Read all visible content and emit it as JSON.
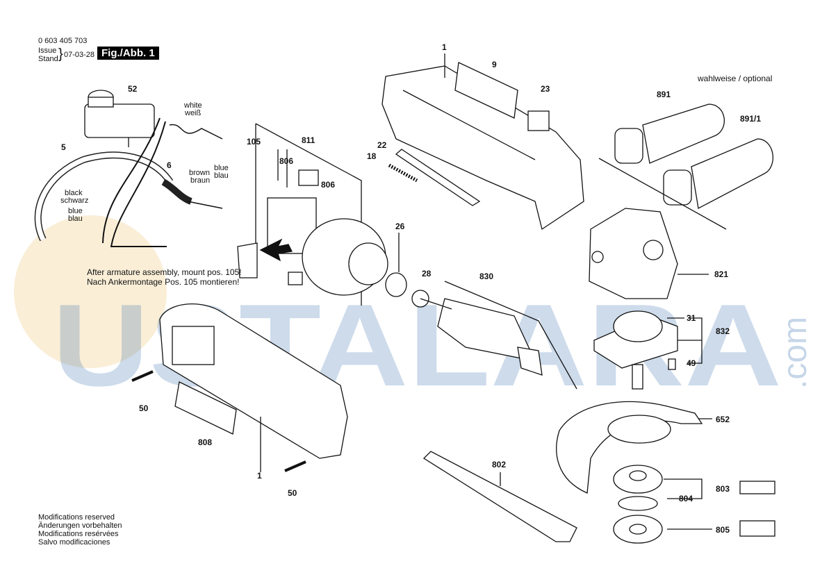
{
  "header": {
    "doc_number": "0 603 405 703",
    "issue_label_en": "Issue",
    "issue_label_de": "Stand",
    "date": "07-03-28",
    "figure": "Fig./Abb. 1"
  },
  "optional_label": "wahlweise / optional",
  "assembly_note": {
    "line_en": "After armature assembly, mount pos. 105!",
    "line_de": "Nach Ankermontage Pos. 105 montieren!"
  },
  "wire_labels": {
    "white_en": "white",
    "white_de": "weiß",
    "brown_en": "brown",
    "brown_de": "braun",
    "blue_en": "blue",
    "blue_de": "blau",
    "black_en": "black",
    "black_de": "schwarz",
    "blue2_en": "blue",
    "blue2_de": "blau"
  },
  "part_numbers": {
    "p1_top": "1",
    "p9": "9",
    "p23": "23",
    "p52": "52",
    "p5": "5",
    "p6": "6",
    "p105": "105",
    "p811": "811",
    "p806a": "806",
    "p806b": "806",
    "p22": "22",
    "p18": "18",
    "p26": "26",
    "p28": "28",
    "p830": "830",
    "p891": "891",
    "p891_1": "891/1",
    "p821": "821",
    "p31": "31",
    "p832": "832",
    "p49": "49",
    "p652": "652",
    "p50a": "50",
    "p50b": "50",
    "p808": "808",
    "p1_bottom": "1",
    "p802": "802",
    "p803": "803",
    "p804": "804",
    "p805": "805"
  },
  "footer_notes": [
    "Modifications reserved",
    "Änderungen vorbehalten",
    "Modifications resérvées",
    "Salvo modificaciones"
  ],
  "watermark": {
    "text": "USTALARA",
    "suffix": ".com",
    "color": "#1f5fa8",
    "circle_color": "#f3d9a6"
  }
}
